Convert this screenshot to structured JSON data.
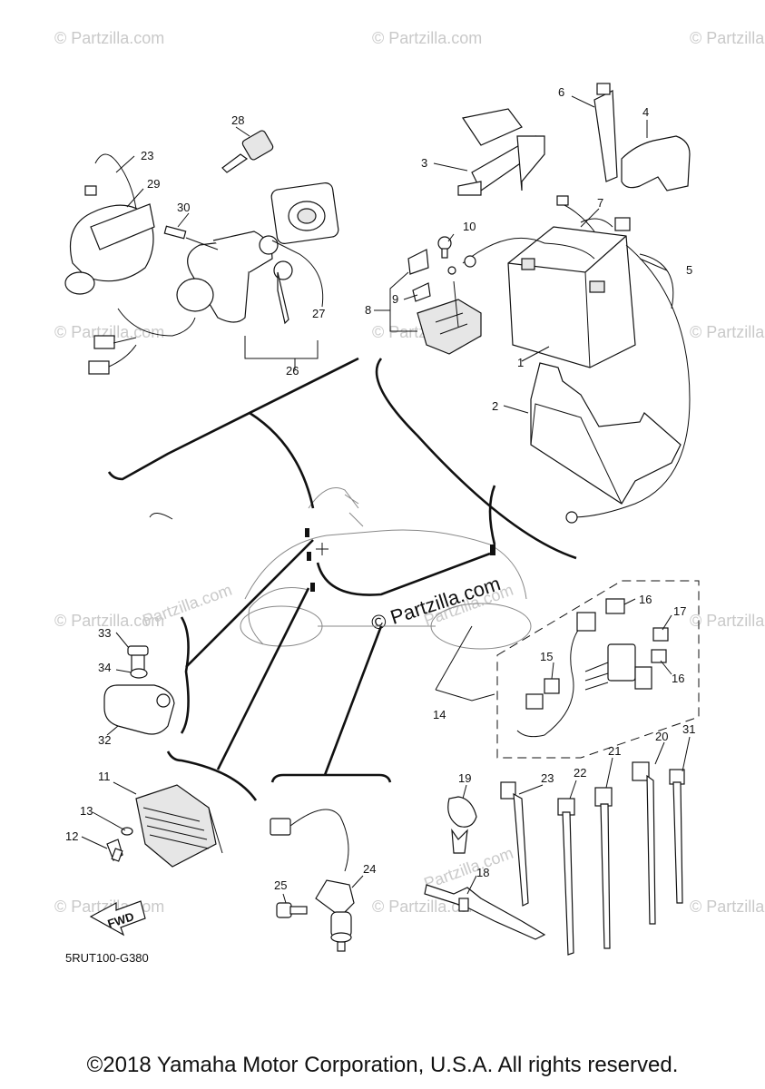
{
  "watermark": {
    "text": "© Partzilla.com",
    "center_text": "© Partzilla.com",
    "lower_text": "Partzilla.com"
  },
  "diagram_code": "5RUT100-G380",
  "fwd_label": "FWD",
  "copyright": "©2018 Yamaha Motor Corporation, U.S.A. All rights reserved.",
  "callouts": {
    "c1": "1",
    "c2": "2",
    "c3": "3",
    "c4": "4",
    "c5": "5",
    "c6": "6",
    "c7": "7",
    "c8": "8",
    "c9": "9",
    "c10": "10",
    "c11": "11",
    "c12": "12",
    "c13": "13",
    "c14": "14",
    "c15": "15",
    "c16a": "16",
    "c16b": "16",
    "c17": "17",
    "c18": "18",
    "c19": "19",
    "c20": "20",
    "c21": "21",
    "c22": "22",
    "c23a": "23",
    "c23b": "23",
    "c24": "24",
    "c25": "25",
    "c26": "26",
    "c27": "27",
    "c28": "28",
    "c29": "29",
    "c30": "30",
    "c31": "31",
    "c32": "32",
    "c33": "33",
    "c34": "34"
  }
}
